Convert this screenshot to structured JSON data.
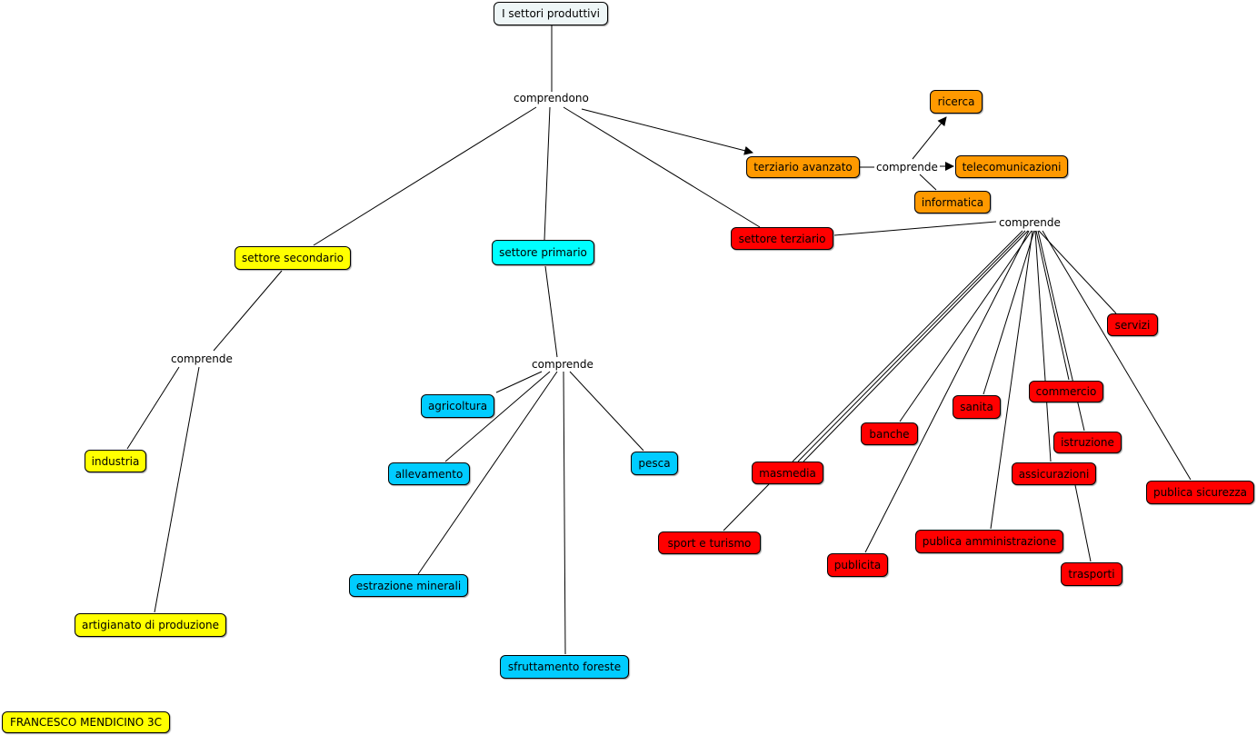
{
  "root": "I settori produttivi",
  "linking": {
    "comprendono": "comprendono",
    "comprende_secondario": "comprende",
    "comprende_primario": "comprende",
    "comprende_terziario": "comprende",
    "comprende_avanzato": "comprende"
  },
  "sectors": {
    "secondario": "settore secondario",
    "primario": "settore primario",
    "terziario": "settore terziario",
    "terziario_avanzato": "terziario avanzato"
  },
  "secondario_items": [
    "industria",
    "artigianato di produzione"
  ],
  "primario_items": [
    "agricoltura",
    "allevamento",
    "estrazione minerali",
    "sfruttamento foreste",
    "pesca"
  ],
  "terziario_items": [
    "servizi",
    "commercio",
    "sanita",
    "banche",
    "istruzione",
    "assicurazioni",
    "masmedia",
    "publica sicurezza",
    "sport e turismo",
    "publica amministrazione",
    "publicita",
    "trasporti"
  ],
  "avanzato_items": [
    "ricerca",
    "telecomunicazioni",
    "informatica"
  ],
  "author": "FRANCESCO MENDICINO 3C",
  "colors": {
    "root": "#eef6f7",
    "secondario": "#ffff00",
    "primario": "#00ffff",
    "primario_items": "#00ccff",
    "terziario": "#ff0000",
    "avanzato": "#ff9900"
  }
}
